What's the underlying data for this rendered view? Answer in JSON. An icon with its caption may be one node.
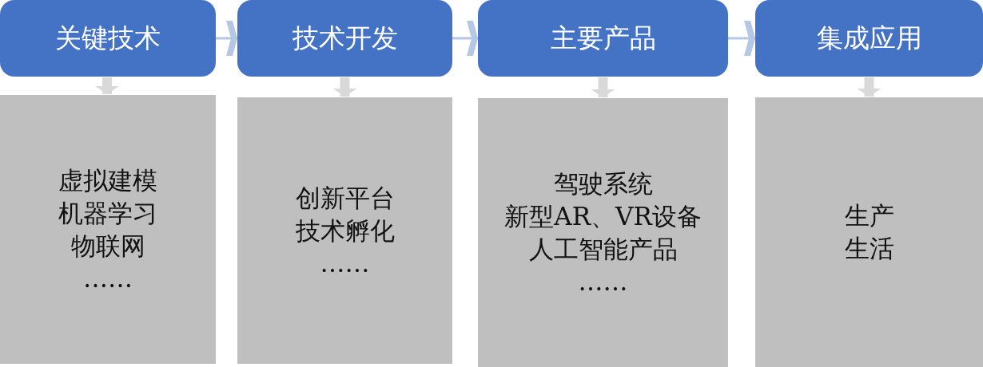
{
  "diagram": {
    "nodes": [
      {
        "text": [
          "关键技术"
        ]
      },
      {
        "text": [
          "技术开发"
        ]
      },
      {
        "text": [
          "主要产品"
        ]
      },
      {
        "text": [
          "集成应用"
        ]
      },
      {
        "text": [
          "虚拟建模",
          "机器学习",
          "物联网",
          "……"
        ]
      },
      {
        "text": [
          "创新平台",
          "技术孵化",
          "……"
        ]
      },
      {
        "text": [
          "驾驶系统",
          "新型AR、VR设备",
          "人工智能产品",
          "……"
        ]
      },
      {
        "text": [
          "生产",
          "生活"
        ]
      }
    ],
    "edges": [
      {
        "from": 0,
        "to": 1,
        "arrow": "to"
      },
      {
        "from": 1,
        "to": 2,
        "arrow": "to"
      },
      {
        "from": 2,
        "to": 3,
        "arrow": "to"
      },
      {
        "from": 0,
        "to": 4,
        "arrow": "to"
      },
      {
        "from": 1,
        "to": 5,
        "arrow": "to"
      },
      {
        "from": 2,
        "to": 6,
        "arrow": "to"
      },
      {
        "from": 3,
        "to": 7,
        "arrow": "to"
      }
    ]
  }
}
